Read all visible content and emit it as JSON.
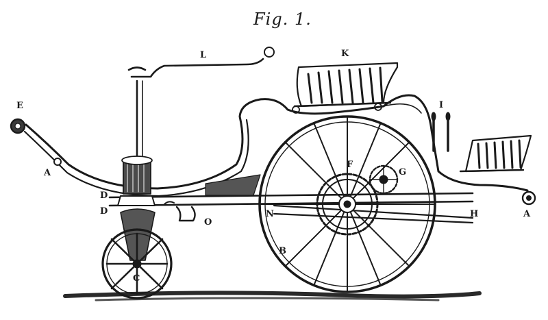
{
  "figure": {
    "title": "Fig. 1.",
    "labels": {
      "A": "A",
      "B": "B",
      "C": "C",
      "D": "D",
      "E": "E",
      "F": "F",
      "G": "G",
      "H": "H",
      "I": "I",
      "K": "K",
      "L": "L",
      "N": "N",
      "O": "O"
    }
  }
}
